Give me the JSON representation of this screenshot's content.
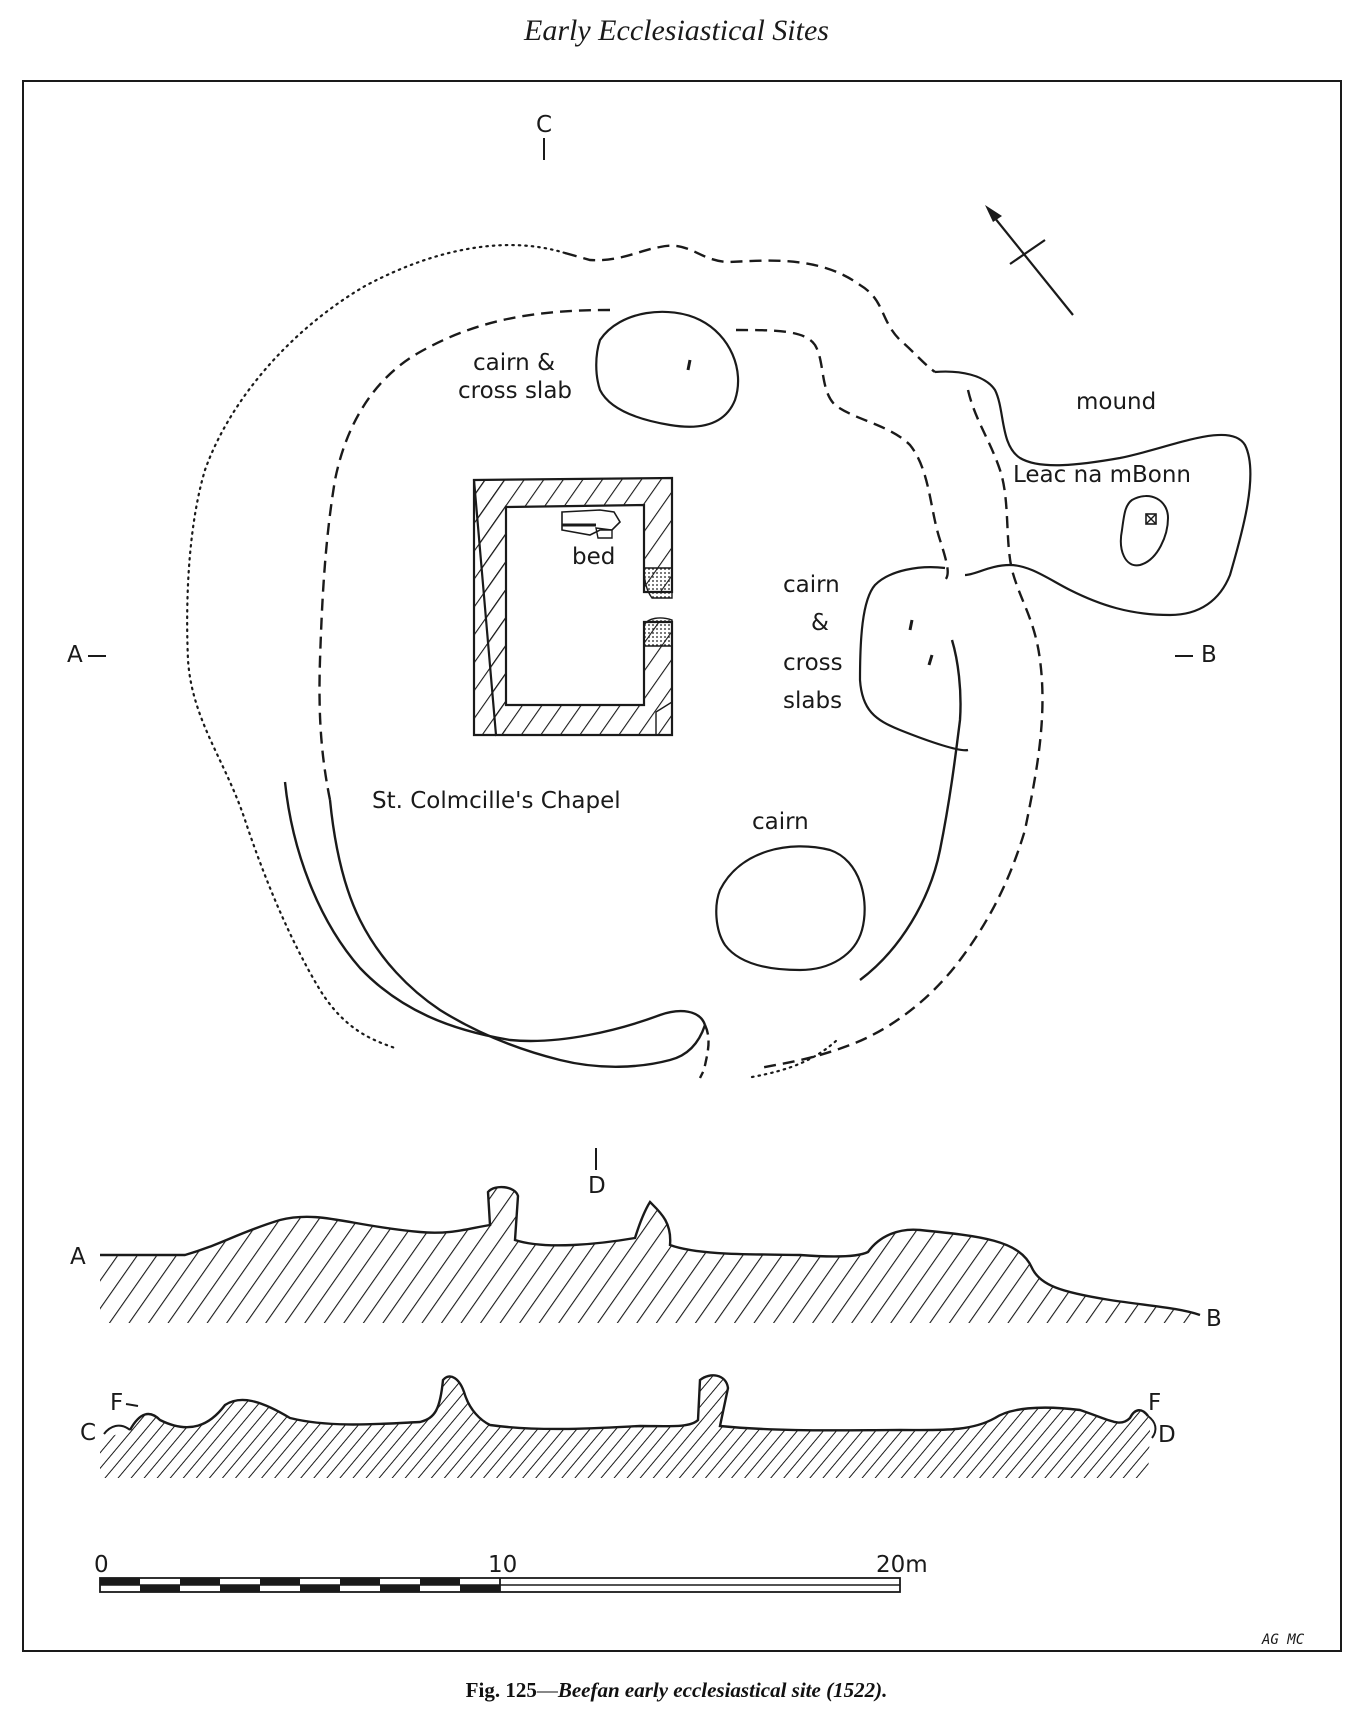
{
  "header": {
    "title": "Early Ecclesiastical Sites"
  },
  "plan": {
    "labels": {
      "cairn_cross_slab_1": "cairn &",
      "cairn_cross_slab_2": "cross slab",
      "mound": "mound",
      "leac": "Leac na mBonn",
      "bed": "bed",
      "cairn_slabs_1": "cairn",
      "cairn_slabs_2": "&",
      "cairn_slabs_3": "cross",
      "cairn_slabs_4": "slabs",
      "chapel": "St. Colmcille's Chapel",
      "cairn": "cairn"
    },
    "section_markers": {
      "a": "A",
      "b": "B",
      "c": "C",
      "d": "D",
      "f": "F"
    },
    "scale": {
      "zero": "0",
      "ten": "10",
      "twenty": "20m"
    },
    "initials": "AG MC"
  },
  "caption": {
    "fig": "Fig. 125",
    "text": "Beefan early ecclesiastical site (1522)."
  }
}
